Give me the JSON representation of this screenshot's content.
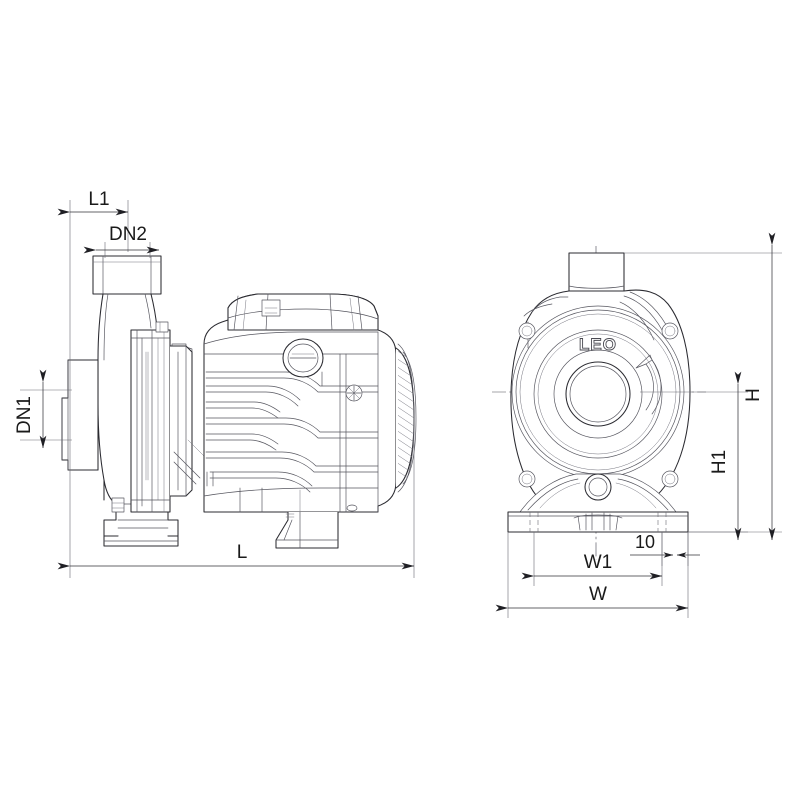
{
  "document": {
    "type": "technical-dimensional-drawing",
    "subject": "Centrifugal pump",
    "brand": "LEO",
    "views": [
      "side-elevation",
      "front-elevation"
    ],
    "background_color": "#ffffff",
    "line_color": "#2b2b31"
  },
  "brand": {
    "logo_text": "LEO"
  },
  "dimensions": {
    "L1": {
      "label": "L1",
      "view": "side",
      "orientation": "horizontal"
    },
    "DN2": {
      "label": "DN2",
      "view": "side",
      "orientation": "horizontal"
    },
    "DN1": {
      "label": "DN1",
      "view": "side",
      "orientation": "vertical"
    },
    "L": {
      "label": "L",
      "view": "side",
      "orientation": "horizontal"
    },
    "H": {
      "label": "H",
      "view": "front",
      "orientation": "vertical"
    },
    "H1": {
      "label": "H1",
      "view": "front",
      "orientation": "vertical"
    },
    "W": {
      "label": "W",
      "view": "front",
      "orientation": "horizontal"
    },
    "W1": {
      "label": "W1",
      "view": "front",
      "orientation": "horizontal"
    },
    "ten": {
      "label": "10",
      "view": "front",
      "orientation": "horizontal"
    }
  },
  "annotations": {
    "rotation_arrow": "rotation-direction-arrow",
    "centerline_horizontal": "front-view-horizontal-centerline",
    "centerline_vertical": "front-view-vertical-centerline"
  }
}
